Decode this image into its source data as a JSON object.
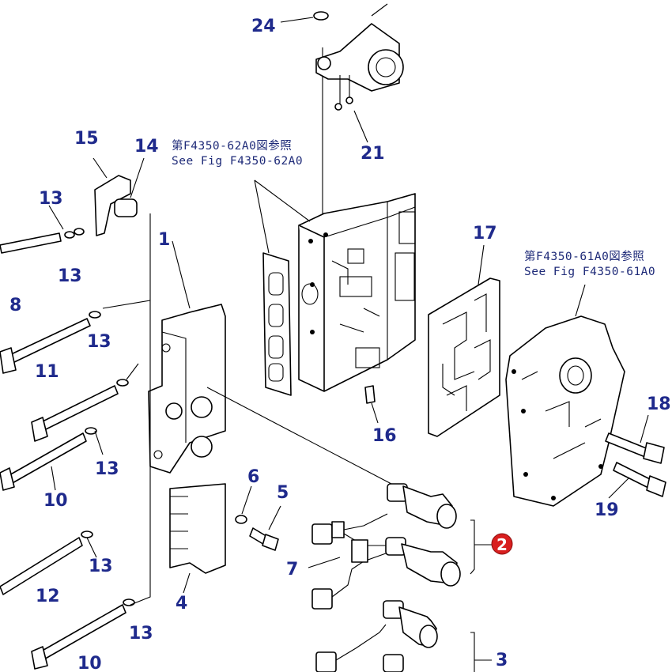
{
  "diagram": {
    "callouts": {
      "c24": "24",
      "c21": "21",
      "c15": "15",
      "c14": "14",
      "c13a": "13",
      "c1": "1",
      "c13b": "13",
      "c8": "8",
      "c13c": "13",
      "c11": "11",
      "c17": "17",
      "c18": "18",
      "c16": "16",
      "c13d": "13",
      "c10a": "10",
      "c6": "6",
      "c5": "5",
      "c19": "19",
      "c2": "2",
      "c7": "7",
      "c13e": "13",
      "c12": "12",
      "c4": "4",
      "c13f": "13",
      "c10b": "10",
      "c3": "3"
    },
    "references": {
      "ref1_jp": "第F4350-62A0図参照",
      "ref1_en": "See Fig F4350-62A0",
      "ref2_jp": "第F4350-61A0図参照",
      "ref2_en": "See Fig F4350-61A0"
    },
    "highlight_color": "#d81f1f",
    "callout_color": "#1f2a8c"
  }
}
